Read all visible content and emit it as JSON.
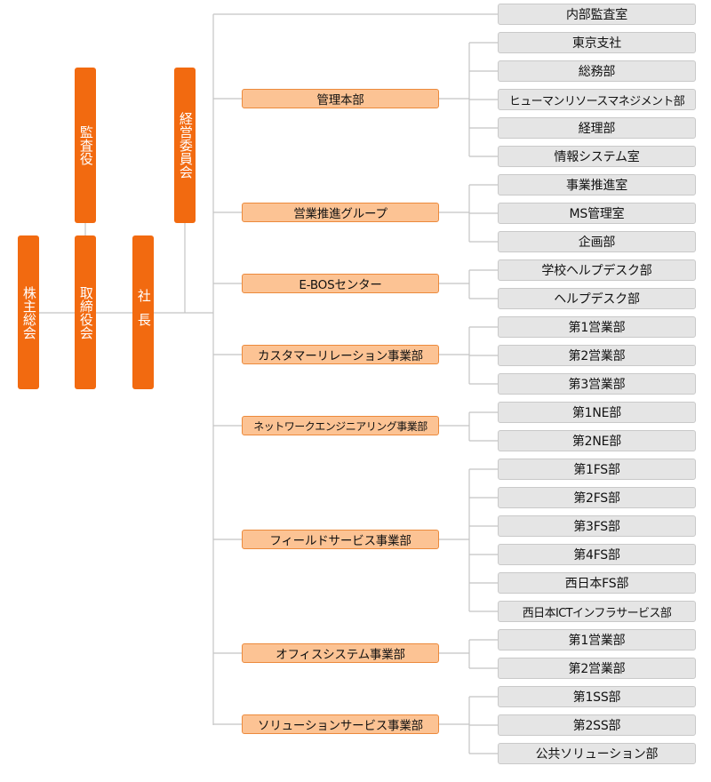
{
  "top": {
    "shareholders": "株主総会",
    "board": "取締役会",
    "auditor": "監査役",
    "president": "社長",
    "management_committee": "経営委員会"
  },
  "internal_audit": "内部監査室",
  "divisions": [
    {
      "name": "管理本部",
      "departments": [
        "東京支社",
        "総務部",
        "ヒューマンリソースマネジメント部",
        "経理部",
        "情報システム室"
      ]
    },
    {
      "name": "営業推進グループ",
      "departments": [
        "事業推進室",
        "MS管理室",
        "企画部"
      ]
    },
    {
      "name": "E-BOSセンター",
      "departments": [
        "学校ヘルプデスク部",
        "ヘルプデスク部"
      ]
    },
    {
      "name": "カスタマーリレーション事業部",
      "departments": [
        "第1営業部",
        "第2営業部",
        "第3営業部"
      ]
    },
    {
      "name": "ネットワークエンジニアリング事業部",
      "departments": [
        "第1NE部",
        "第2NE部"
      ]
    },
    {
      "name": "フィールドサービス事業部",
      "departments": [
        "第1FS部",
        "第2FS部",
        "第3FS部",
        "第4FS部",
        "西日本FS部",
        "西日本ICTインフラサービス部"
      ]
    },
    {
      "name": "オフィスシステム事業部",
      "departments": [
        "第1営業部",
        "第2営業部"
      ]
    },
    {
      "name": "ソリューションサービス事業部",
      "departments": [
        "第1SS部",
        "第2SS部",
        "公共ソリューション部"
      ]
    }
  ],
  "colors": {
    "executive_fill": "#f26a10",
    "division_fill": "#fcc394",
    "division_border": "#ec8a3c",
    "department_fill": "#e5e5e5",
    "department_border": "#c9c9c9",
    "connector": "#c4c4c4"
  }
}
